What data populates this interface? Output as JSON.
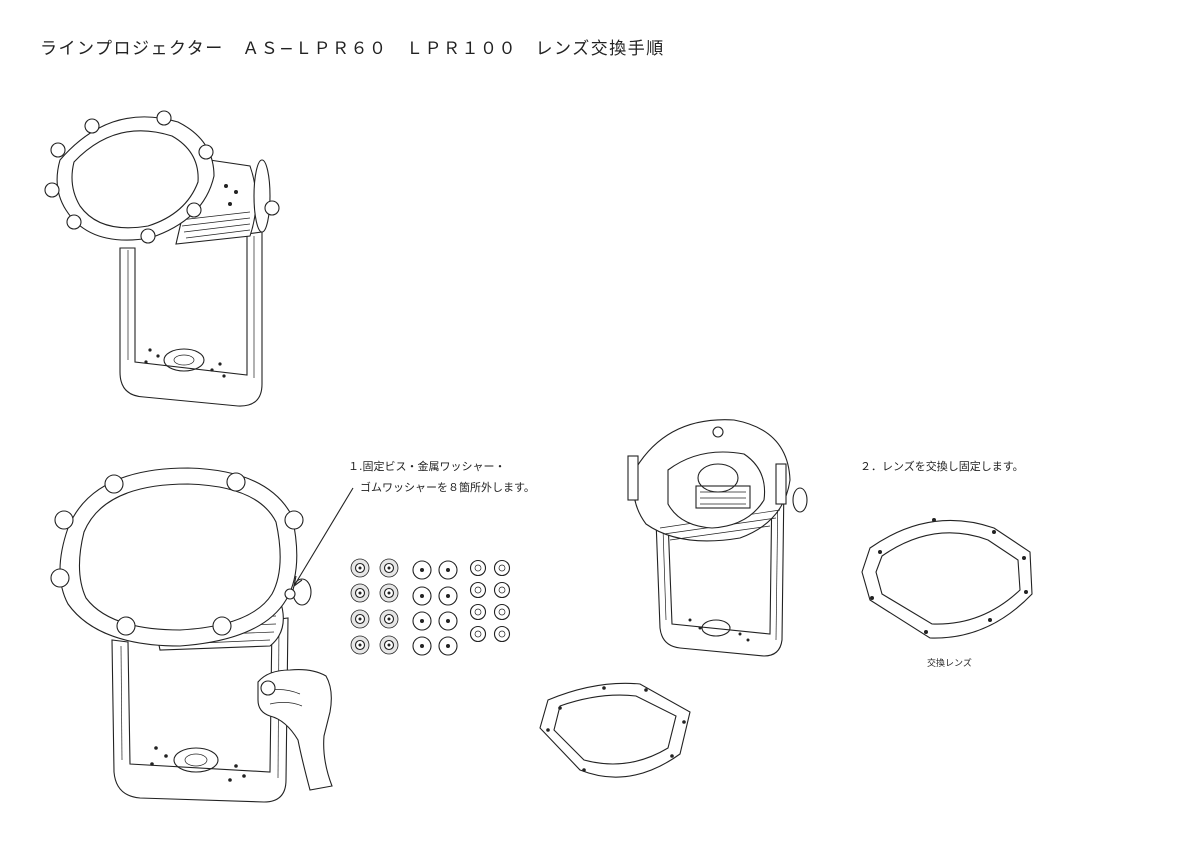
{
  "title": "ラインプロジェクター　ＡＳ−ＬＰＲ６０　ＬＰＲ１００　レンズ交換手順",
  "steps": [
    {
      "line1": "１.固定ビス・金属ワッシャー・",
      "line2": "ゴムワッシャーを８箇所外します。"
    },
    {
      "line1": "２．レンズを交換し固定します。"
    }
  ],
  "new_lens_caption": "交換レンズ",
  "colors": {
    "line": "#222222",
    "background": "#ffffff",
    "shade": "#e6e6e6"
  },
  "parts_grid": {
    "rows": 4,
    "columns": 3,
    "types": [
      "rubber-washer",
      "metal-washer",
      "fixing-screw"
    ]
  }
}
